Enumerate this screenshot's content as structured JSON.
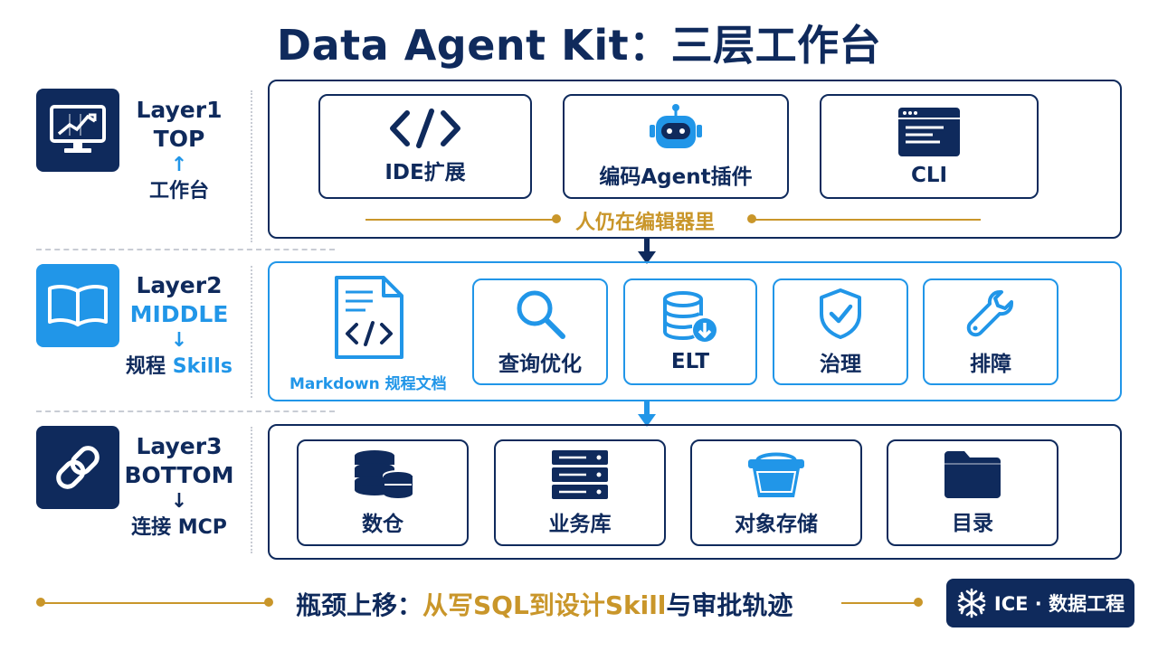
{
  "title": "Data Agent Kit：三层工作台",
  "layers": [
    {
      "name": "Layer1",
      "level": "TOP",
      "arrow": "↑",
      "role": "工作台",
      "role_accent": ""
    },
    {
      "name": "Layer2",
      "level": "MIDDLE",
      "arrow": "↓",
      "role": "规程",
      "role_accent": "Skills"
    },
    {
      "name": "Layer3",
      "level": "BOTTOM",
      "arrow": "↓",
      "role": "连接",
      "role_accent": "MCP"
    }
  ],
  "top_cards": [
    "IDE扩展",
    "编码Agent插件",
    "CLI"
  ],
  "top_note": "人仍在编辑器里",
  "middle_doc_label": "Markdown 规程文档",
  "middle_cards": [
    "查询优化",
    "ELT",
    "治理",
    "排障"
  ],
  "bottom_cards": [
    "数仓",
    "业务库",
    "对象存储",
    "目录"
  ],
  "footer": {
    "prefix": "瓶颈上移：",
    "highlight": "从写SQL到设计Skill",
    "suffix": "与审批轨迹"
  },
  "brand": "ICE · 数据工程",
  "colors": {
    "navy": "#0f2a5c",
    "blue": "#2196e8",
    "gold": "#c9962a"
  }
}
